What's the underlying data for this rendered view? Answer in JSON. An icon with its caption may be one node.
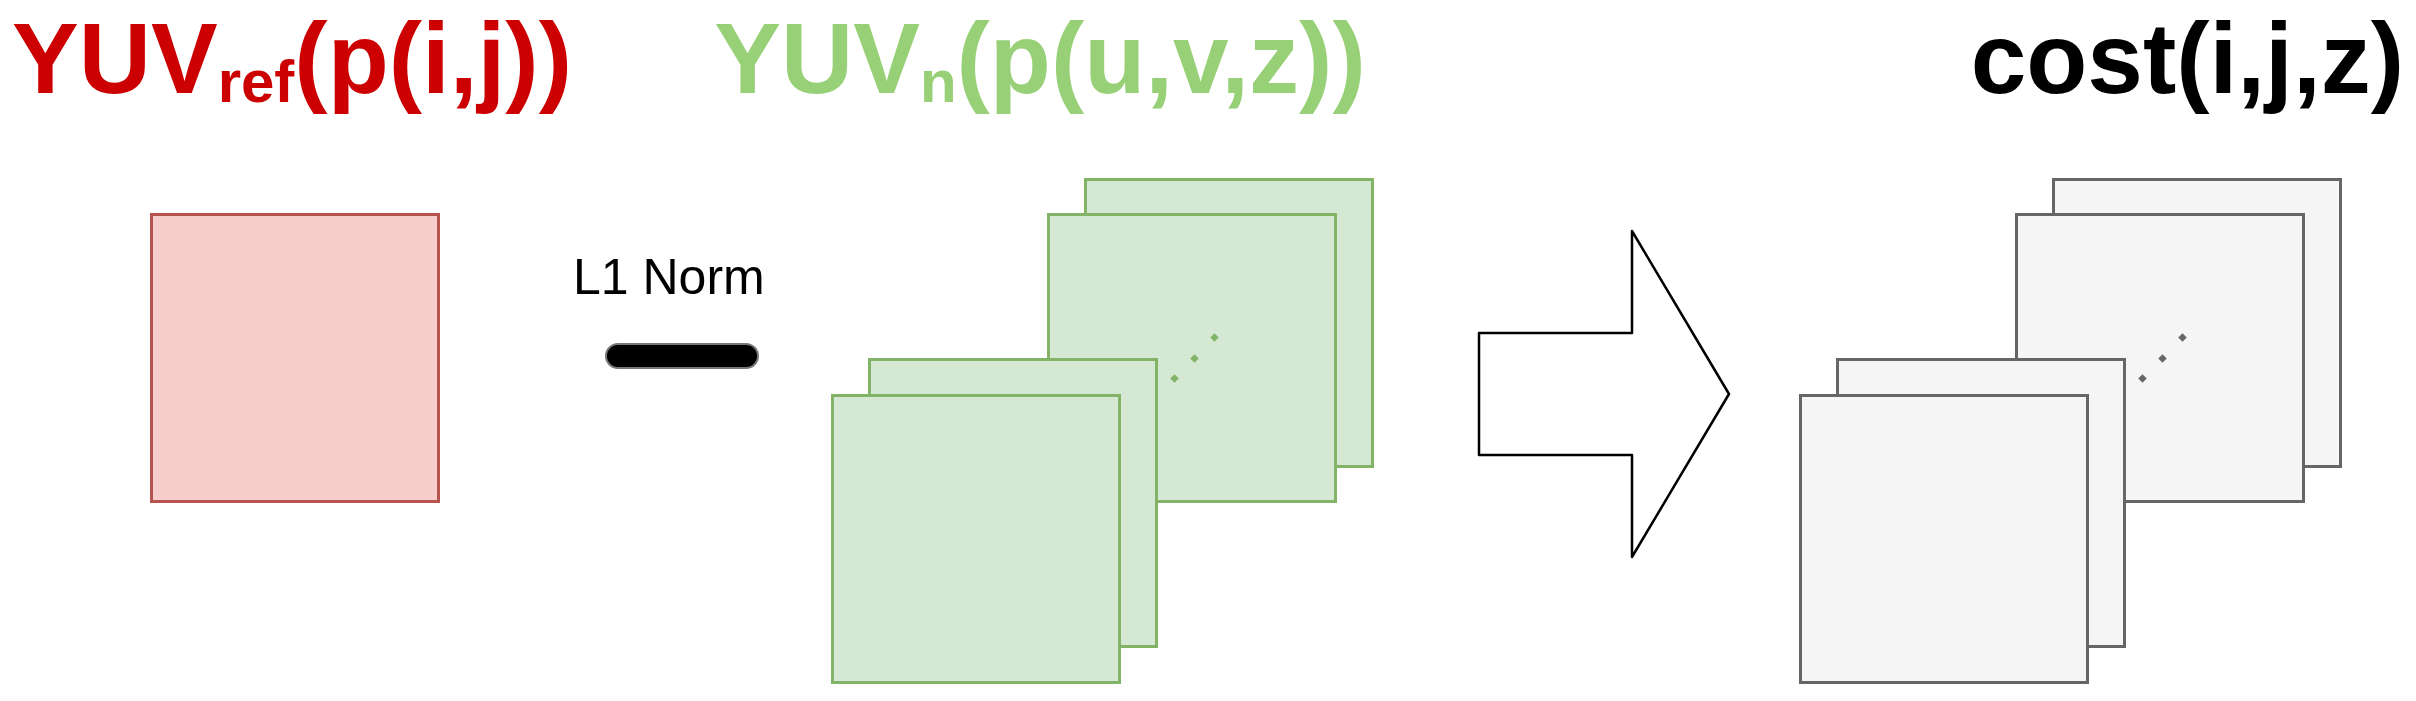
{
  "diagram": {
    "nodes": [
      {
        "text": [
          "YUV$_{ref}$(p(i,j))"
        ]
      },
      {
        "text": [
          "YUV$_{n}$(p(u,v,z))"
        ]
      },
      {
        "text": [
          "cost(i,j,z)"
        ]
      }
    ],
    "edges": [
      {
        "from": 1,
        "to": 2,
        "arrow": "to"
      }
    ],
    "labels": [
      "L1 Norm"
    ]
  }
}
